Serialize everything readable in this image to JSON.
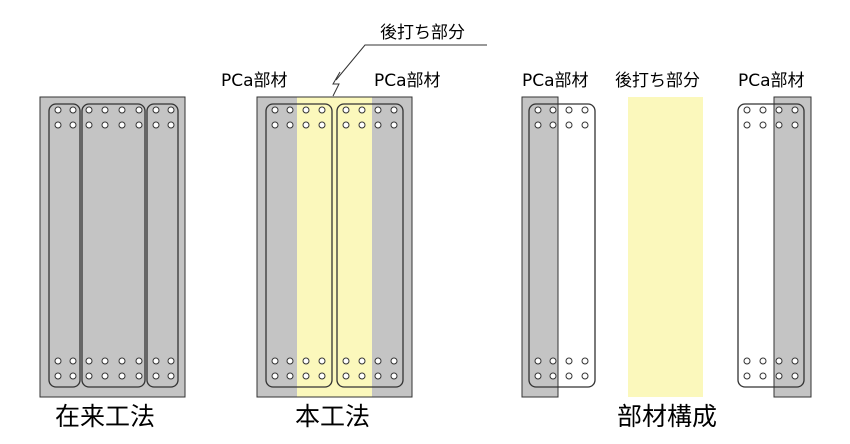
{
  "labels": {
    "conventional": "在来工法",
    "this_method": "本工法",
    "composition": "部材構成",
    "pca_member": "PCa部材",
    "post_cast": "後打ち部分"
  },
  "colors": {
    "pca_gray": "#c4c4c4",
    "post_cast_yellow": "#fbf8bc",
    "outline": "#333333",
    "rebar": "#333333",
    "background": "#ffffff"
  }
}
